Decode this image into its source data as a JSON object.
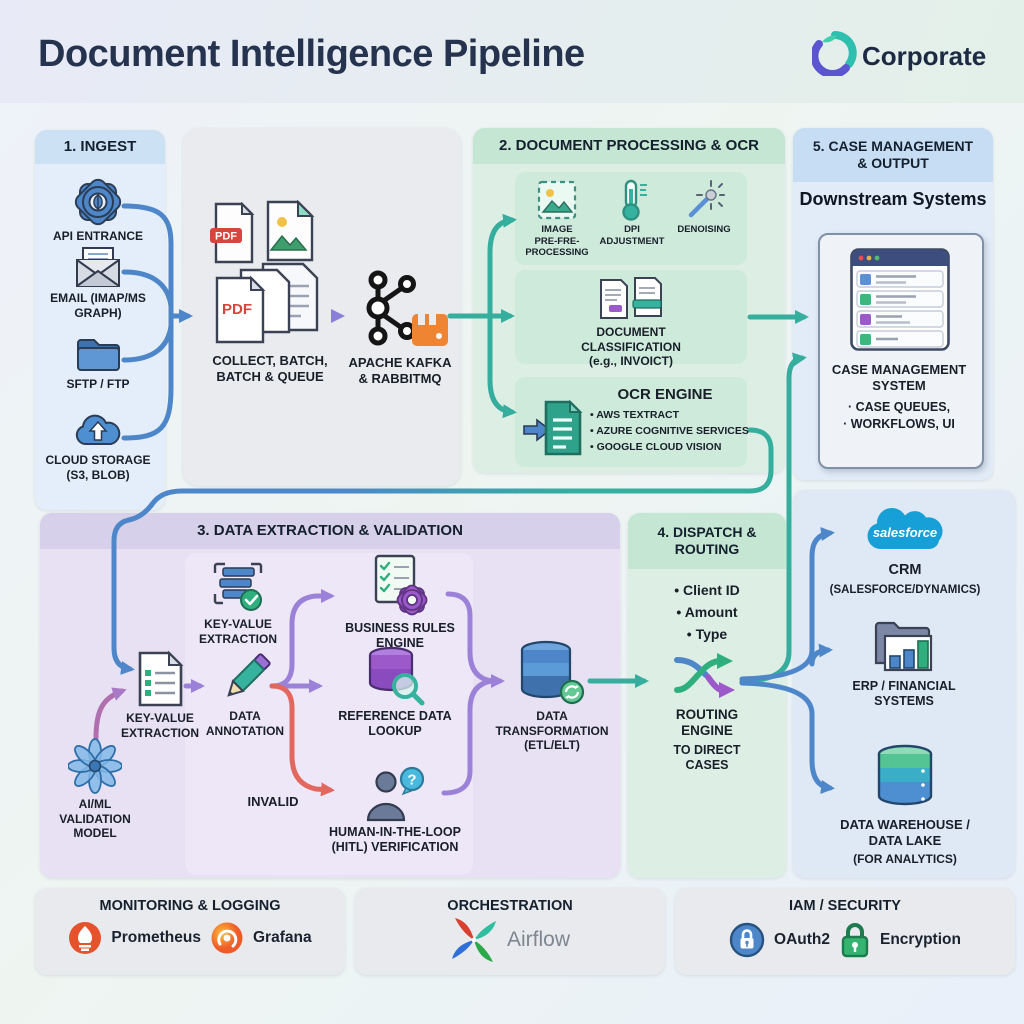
{
  "header": {
    "title": "Document Intelligence Pipeline",
    "brand": "Corporate"
  },
  "ingest": {
    "title": "1. INGEST",
    "items": [
      {
        "label": "API ENTRANCE"
      },
      {
        "label": "EMAIL (IMAP/MS\nGRAPH)"
      },
      {
        "label": "SFTP / FTP"
      },
      {
        "label": "CLOUD STORAGE\n(S3, BLOB)"
      }
    ]
  },
  "collect": {
    "pdf_badge": "PDF",
    "docs_label": "COLLECT, BATCH,\nBATCH & QUEUE",
    "queue_label": "APACHE KAFKA\n& RABBITMQ"
  },
  "processing": {
    "title": "2. DOCUMENT PROCESSING & OCR",
    "steps": [
      {
        "label": "IMAGE\nPRE-FRE-\nPROCESSING"
      },
      {
        "label": "DPI\nADJUSTMENT"
      },
      {
        "label": "DENOISING"
      }
    ],
    "classification_label": "DOCUMENT\nCLASSIFICATION\n(e.g., INVOICT)",
    "ocr_title": "OCR ENGINE",
    "ocr_bullets": [
      "• AWS TEXTRACT",
      "• AZURE COGNITIVE SERVICES",
      "• GOOGLE CLOUD VISION"
    ]
  },
  "case_management": {
    "title": "5. CASE MANAGEMENT\n& OUTPUT",
    "subtitle": "Downstream Systems",
    "system_label": "CASE MANAGEMENT\nSYSTEM",
    "bullets": [
      "· CASE QUEUES,",
      "· WORKFLOWS, UI"
    ]
  },
  "extraction": {
    "title": "3. DATA EXTRACTION & VALIDATION",
    "kv_top_label": "KEY-VALUE\nEXTRACTION",
    "kv_doc_label": "KEY-VALUE\nEXTRACTION",
    "annotation_label": "DATA\nANNOTATION",
    "business_rules_label": "BUSINESS RULES\nENGINE",
    "reference_label": "REFERENCE DATA\nLOOKUP",
    "invalid_label": "INVALID",
    "hitl_label": "HUMAN-IN-THE-LOOP\n(HITL) VERIFICATION",
    "hitl_bubble": "?",
    "transform_label": "DATA\nTRANSFORMATION\n(ETL/ELT)",
    "aiml_label": "AI/ML\nVALIDATION\nMODEL"
  },
  "dispatch": {
    "title": "4. DISPATCH &\nROUTING",
    "bullets": [
      "• Client ID",
      "• Amount",
      "• Type"
    ],
    "engine_label": "ROUTING\nENGINE",
    "engine_sub": "TO DIRECT\nCASES"
  },
  "outputs": {
    "crm": {
      "logo_text": "salesforce",
      "name": "CRM",
      "detail": "(SALESFORCE/DYNAMICS)"
    },
    "erp": {
      "label": "ERP / FINANCIAL\nSYSTEMS"
    },
    "dw": {
      "label": "DATA WAREHOUSE /\nDATA LAKE",
      "detail": "(FOR ANALYTICS)"
    }
  },
  "footer": {
    "monitoring": {
      "title": "MONITORING & LOGGING",
      "items": [
        {
          "label": "Prometheus"
        },
        {
          "label": "Grafana"
        }
      ]
    },
    "orchestration": {
      "title": "ORCHESTRATION",
      "item_label": "Airflow"
    },
    "security": {
      "title": "IAM / SECURITY",
      "items": [
        {
          "label": "OAuth2"
        },
        {
          "label": "Encryption"
        }
      ]
    }
  },
  "colors": {
    "blue": "#4e87c9",
    "teal": "#35ae9e",
    "purple": "#9b82d8",
    "red": "#e2685f",
    "pink": "#b06fae",
    "salesforce_blue": "#17a0d8",
    "rabbitmq_orange": "#ef8432",
    "prometheus_orange": "#e6522c",
    "grafana_orange": "#f2801c",
    "navy": "#25334e"
  }
}
